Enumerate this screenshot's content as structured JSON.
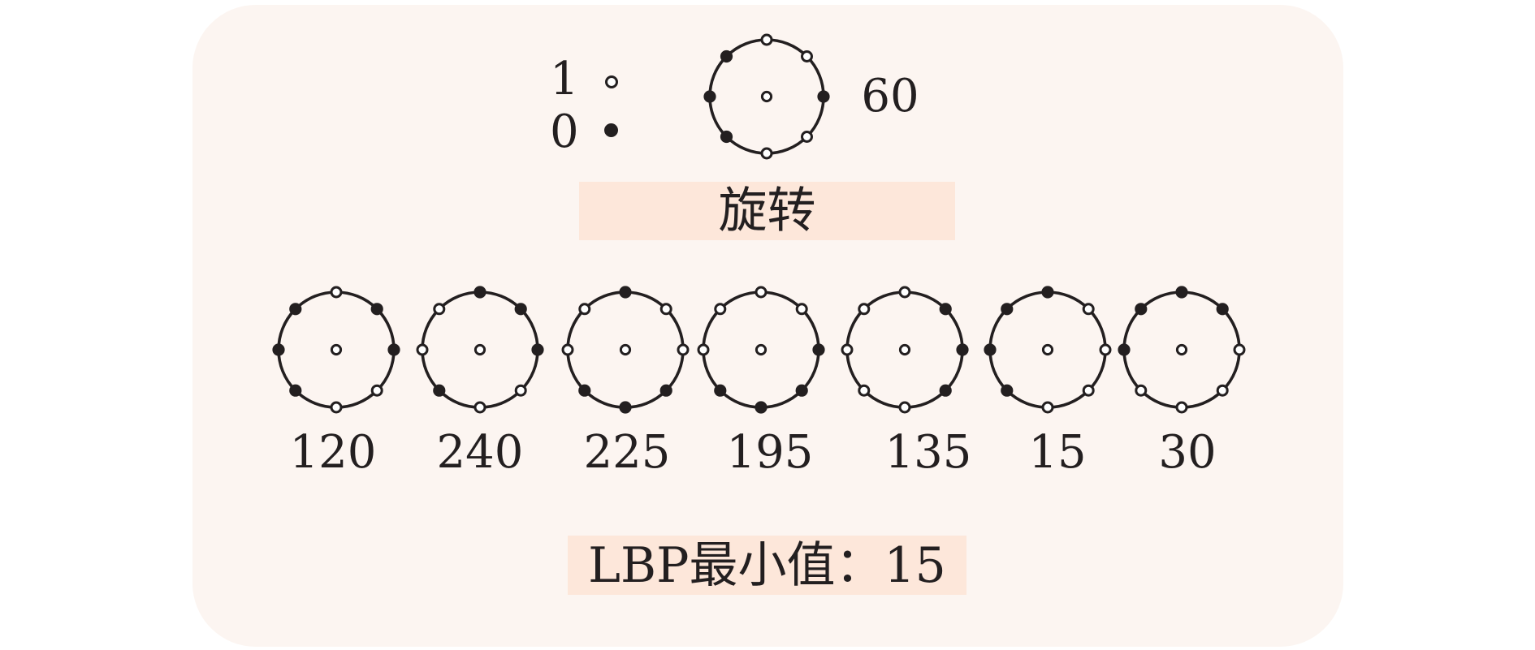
{
  "legend": {
    "one_label": "1",
    "zero_label": "0",
    "one_symbol": "hollow-dot",
    "zero_symbol": "filled-dot"
  },
  "source": {
    "value": "60",
    "bits": [
      1,
      1,
      0,
      1,
      1,
      0,
      0,
      0
    ]
  },
  "rotation_label": "旋转",
  "rotations": [
    {
      "value": "120",
      "bits": [
        1,
        0,
        0,
        1,
        1,
        0,
        0,
        0
      ]
    },
    {
      "value": "240",
      "bits": [
        0,
        0,
        0,
        1,
        1,
        0,
        1,
        1
      ]
    },
    {
      "value": "225",
      "bits": [
        0,
        1,
        1,
        0,
        0,
        0,
        1,
        1
      ]
    },
    {
      "value": "195",
      "bits": [
        1,
        1,
        0,
        0,
        0,
        0,
        1,
        1
      ]
    },
    {
      "value": "135",
      "bits": [
        1,
        0,
        0,
        0,
        1,
        1,
        1,
        1
      ]
    },
    {
      "value": "15",
      "bits": [
        0,
        1,
        1,
        1,
        1,
        0,
        0,
        0
      ]
    },
    {
      "value": "30",
      "bits": [
        0,
        0,
        1,
        1,
        1,
        1,
        0,
        0
      ]
    }
  ],
  "result_label": "LBP最小值：15",
  "colors": {
    "panel_background": "#fcf5f1",
    "caption_background": "#fde7da",
    "stroke": "#231f20",
    "hollow_fill": "#ffffff"
  }
}
